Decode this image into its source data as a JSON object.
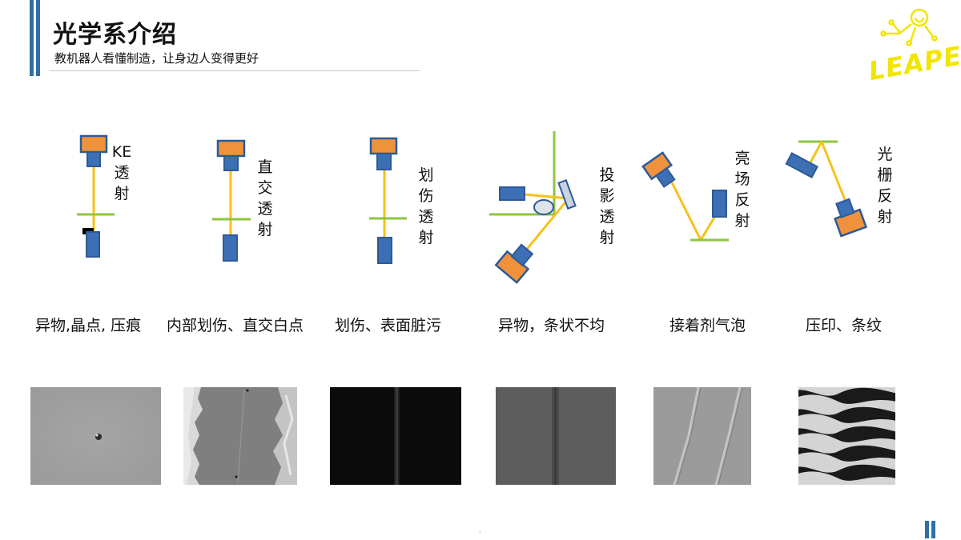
{
  "header": {
    "title": "光学系介绍",
    "subtitle": "教机器人看懂制造，让身边人变得更好"
  },
  "logo": {
    "text": "LEAPER",
    "color": "#f2e500"
  },
  "colors": {
    "accent": "#2f6fa6",
    "camera_head": "#f0923c",
    "blue_part": "#3d6fb4",
    "beam": "#f5c21a",
    "plane": "#8dc63f"
  },
  "setups": [
    {
      "label_lines": [
        "KE",
        "透",
        "射"
      ],
      "caption": "异物,晶点, 压痕",
      "sample": "sample-dot"
    },
    {
      "label_lines": [
        "直",
        "交",
        "透",
        "射"
      ],
      "caption": "内部划伤、直交白点",
      "sample": "sample-edge"
    },
    {
      "label_lines": [
        "划",
        "伤",
        "透",
        "射"
      ],
      "caption": "划伤、表面脏污",
      "sample": "sample-dark-line"
    },
    {
      "label_lines": [
        "投",
        "影",
        "透",
        "射"
      ],
      "caption": "异物，条状不均",
      "sample": "sample-stripe"
    },
    {
      "label_lines": [
        "亮",
        "场",
        "反",
        "射"
      ],
      "caption": "接着剂气泡",
      "sample": "sample-diagonal"
    },
    {
      "label_lines": [
        "光",
        "栅",
        "反",
        "射"
      ],
      "caption": "压印、条纹",
      "sample": "sample-waves"
    }
  ]
}
